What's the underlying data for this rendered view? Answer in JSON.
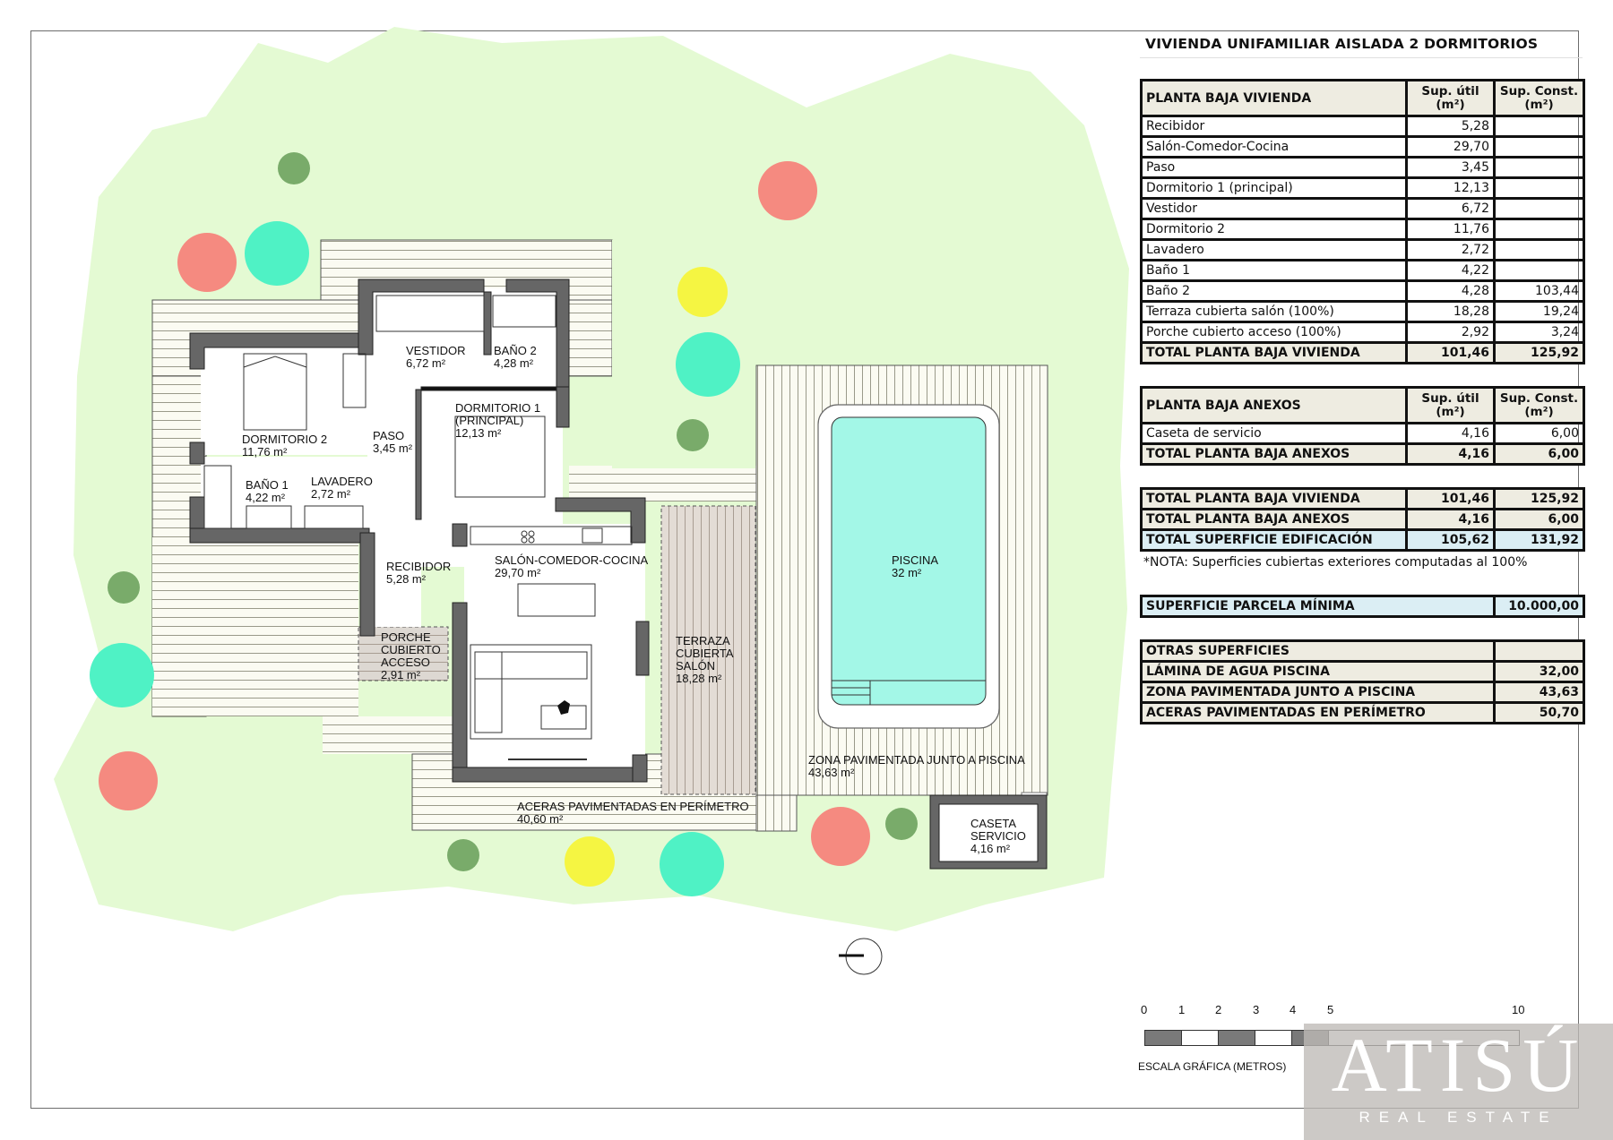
{
  "document": {
    "title": "VIVIENDA UNIFAMILIAR AISLADA 2 DORMITORIOS",
    "colors": {
      "garden": "#e4fad3",
      "pool_water": "#a3f7e7",
      "wall": "#666666",
      "paving": "#fbfbf2",
      "terrace": "#e3dcd5",
      "tree_red": "#f58a80",
      "tree_teal": "#4ff2c5",
      "tree_yellow": "#f5f542",
      "tree_green": "#79ab6a",
      "table_header_bg": "#eeece1",
      "table_sum_bg": "#dbeef4"
    }
  },
  "plan": {
    "rooms": [
      {
        "id": "vestidor",
        "name": "VESTIDOR",
        "area": "6,72 m²"
      },
      {
        "id": "bano2",
        "name": "BAÑO 2",
        "area": "4,28 m²"
      },
      {
        "id": "dormitorio2",
        "name": "DORMITORIO 2",
        "area": "11,76 m²"
      },
      {
        "id": "paso",
        "name": "PASO",
        "area": "3,45 m²"
      },
      {
        "id": "dormitorio1",
        "name": "DORMITORIO 1",
        "name2": "(PRINCIPAL)",
        "area": "12,13 m²"
      },
      {
        "id": "bano1",
        "name": "BAÑO 1",
        "area": "4,22 m²"
      },
      {
        "id": "lavadero",
        "name": "LAVADERO",
        "area": "2,72 m²"
      },
      {
        "id": "recibidor",
        "name": "RECIBIDOR",
        "area": "5,28 m²"
      },
      {
        "id": "salon",
        "name": "SALÓN-COMEDOR-COCINA",
        "area": "29,70 m²"
      },
      {
        "id": "porche",
        "name": "PORCHE",
        "name2": "CUBIERTO",
        "name3": "ACCESO",
        "area": "2,91 m²"
      },
      {
        "id": "terraza",
        "name": "TERRAZA",
        "name2": "CUBIERTA",
        "name3": "SALÓN",
        "area": "18,28 m²"
      },
      {
        "id": "piscina",
        "name": "PISCINA",
        "area": "32 m²"
      },
      {
        "id": "zona_pav",
        "name": "ZONA PAVIMENTADA JUNTO A PISCINA",
        "area": "43,63 m²"
      },
      {
        "id": "aceras",
        "name": "ACERAS PAVIMENTADAS EN PERÍMETRO",
        "area": "40,60 m²"
      },
      {
        "id": "caseta",
        "name": "CASETA",
        "name2": "SERVICIO",
        "area": "4,16 m²"
      }
    ],
    "north_icon": "compass-north-icon"
  },
  "table": {
    "vivienda": {
      "header": {
        "label": "PLANTA BAJA VIVIENDA",
        "col_util": "Sup. útil (m²)",
        "col_util_1": "Sup. útil",
        "col_util_2": "(m²)",
        "col_const_1": "Sup. Const.",
        "col_const_2": "(m²)"
      },
      "rows": [
        {
          "name": "Recibidor",
          "util": "5,28",
          "const": ""
        },
        {
          "name": "Salón-Comedor-Cocina",
          "util": "29,70",
          "const": ""
        },
        {
          "name": "Paso",
          "util": "3,45",
          "const": ""
        },
        {
          "name": "Dormitorio 1 (principal)",
          "util": "12,13",
          "const": ""
        },
        {
          "name": "Vestidor",
          "util": "6,72",
          "const": ""
        },
        {
          "name": "Dormitorio 2",
          "util": "11,76",
          "const": ""
        },
        {
          "name": "Lavadero",
          "util": "2,72",
          "const": ""
        },
        {
          "name": "Baño 1",
          "util": "4,22",
          "const": ""
        },
        {
          "name": "Baño 2",
          "util": "4,28",
          "const": "103,44"
        },
        {
          "name": "Terraza cubierta salón (100%)",
          "util": "18,28",
          "const": "19,24"
        },
        {
          "name": "Porche cubierto acceso (100%)",
          "util": "2,92",
          "const": "3,24"
        }
      ],
      "total": {
        "name": "TOTAL PLANTA BAJA VIVIENDA",
        "util": "101,46",
        "const": "125,92"
      }
    },
    "anexos": {
      "header": {
        "label": "PLANTA BAJA ANEXOS",
        "col_util_1": "Sup. útil",
        "col_util_2": "(m²)",
        "col_const_1": "Sup. Const.",
        "col_const_2": "(m²)"
      },
      "rows": [
        {
          "name": "Caseta de servicio",
          "util": "4,16",
          "const": "6,00"
        }
      ],
      "total": {
        "name": "TOTAL PLANTA BAJA ANEXOS",
        "util": "4,16",
        "const": "6,00"
      }
    },
    "summary": {
      "rows": [
        {
          "name": "TOTAL PLANTA BAJA VIVIENDA",
          "util": "101,46",
          "const": "125,92"
        },
        {
          "name": "TOTAL PLANTA BAJA ANEXOS",
          "util": "4,16",
          "const": "6,00"
        },
        {
          "name": "TOTAL SUPERFICIE EDIFICACIÓN",
          "util": "105,62",
          "const": "131,92"
        }
      ],
      "note": "*NOTA: Superficies cubiertas exteriores computadas al 100%"
    },
    "parcela": {
      "name": "SUPERFICIE PARCELA MÍNIMA",
      "value": "10.000,00"
    },
    "otras": {
      "header": "OTRAS SUPERFICIES",
      "rows": [
        {
          "name": "LÁMINA DE AGUA PISCINA",
          "value": "32,00"
        },
        {
          "name": "ZONA PAVIMENTADA JUNTO A PISCINA",
          "value": "43,63"
        },
        {
          "name": "ACERAS PAVIMENTADAS EN PERÍMETRO",
          "value": "50,70"
        }
      ]
    }
  },
  "scale_bar": {
    "ticks": [
      "0",
      "1",
      "2",
      "3",
      "4",
      "5",
      "10"
    ],
    "caption": "ESCALA GRÁFICA (METROS)"
  },
  "watermark": {
    "brand": "ATISÚ",
    "sub": "REAL ESTATE"
  }
}
